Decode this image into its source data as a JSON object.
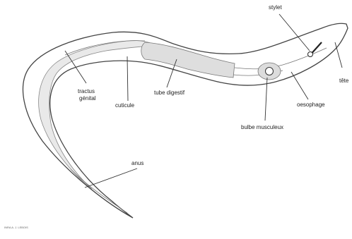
{
  "labels": {
    "stylet": "stylet",
    "tete": "tête",
    "tractus_genital": [
      "tractus",
      "génital"
    ],
    "cuticule": "cuticule",
    "tube_digestif": "tube digestif",
    "oesophage": "oesophage",
    "bulbe_musculeux": "bulbe musculeux",
    "anus": "anus"
  },
  "credit": "INRA A. J. LEBOIS"
}
